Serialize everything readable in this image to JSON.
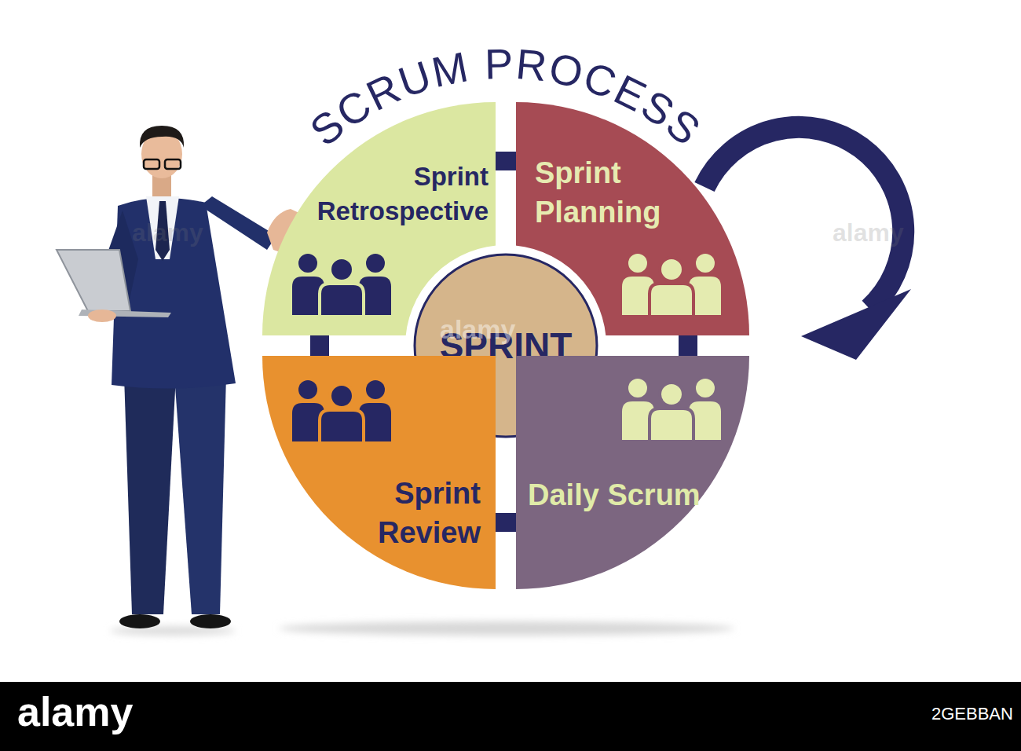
{
  "diagram": {
    "title": "SCRUM PROCESS",
    "nodes": [
      {
        "text": [
          "Sprint Retrospective"
        ]
      },
      {
        "text": [
          "Sprint Planning"
        ]
      },
      {
        "text": [
          "SPRINT"
        ]
      },
      {
        "text": [
          "Sprint Review"
        ]
      },
      {
        "text": [
          "Daily Scrum"
        ]
      }
    ],
    "edges": [
      {
        "from": 0,
        "to": 1,
        "arrow": "none"
      },
      {
        "from": 1,
        "to": 4,
        "arrow": "none"
      },
      {
        "from": 3,
        "to": 4,
        "arrow": "none"
      },
      {
        "from": 0,
        "to": 3,
        "arrow": "none"
      }
    ],
    "labels": [
      "alamy",
      "alamy",
      "alamy",
      "alamy",
      "2GEBBAN"
    ]
  }
}
